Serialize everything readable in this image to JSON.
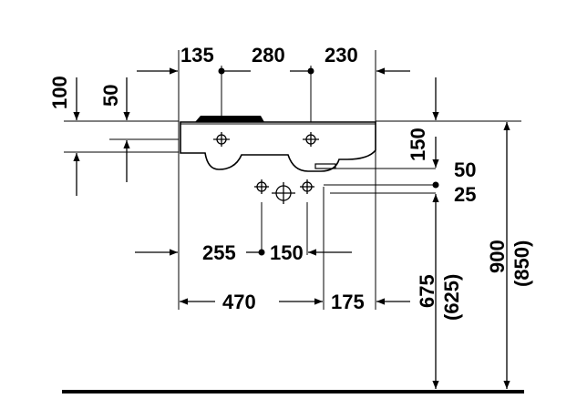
{
  "dimensions": {
    "top_left_offset": "135",
    "top_tap_spacing": "280",
    "top_right_offset": "230",
    "left_height_100": "100",
    "left_height_50": "50",
    "right_depth_150": "150",
    "right_offset_50": "50",
    "right_offset_25": "25",
    "waste_left": "255",
    "waste_spacing": "150",
    "bottom_width_470": "470",
    "bottom_right_175": "175",
    "height_675": "675",
    "height_625": "(625)",
    "height_900": "900",
    "height_850": "(850)"
  },
  "colors": {
    "line": "#000000",
    "background": "#ffffff"
  }
}
